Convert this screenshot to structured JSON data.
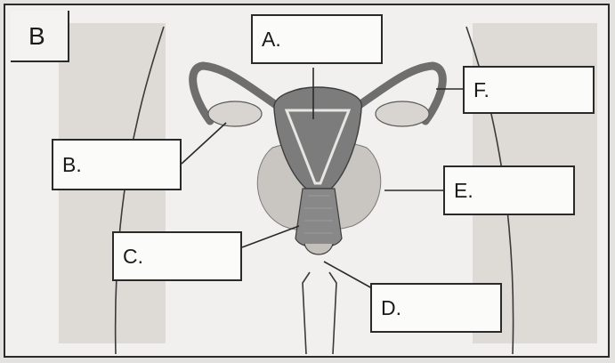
{
  "panel": {
    "letter": "B"
  },
  "labels": [
    {
      "key": "a",
      "text": "A."
    },
    {
      "key": "b",
      "text": "B."
    },
    {
      "key": "c",
      "text": "C."
    },
    {
      "key": "d",
      "text": "D."
    },
    {
      "key": "e",
      "text": "E."
    },
    {
      "key": "f",
      "text": "F."
    }
  ],
  "colors": {
    "frame": "#2a2a2a",
    "body_outline": "#3a3a3a",
    "uterus_fill": "#7c7c7c",
    "bladder_fill": "#c9c6c2",
    "background": "#f1f0ee"
  }
}
